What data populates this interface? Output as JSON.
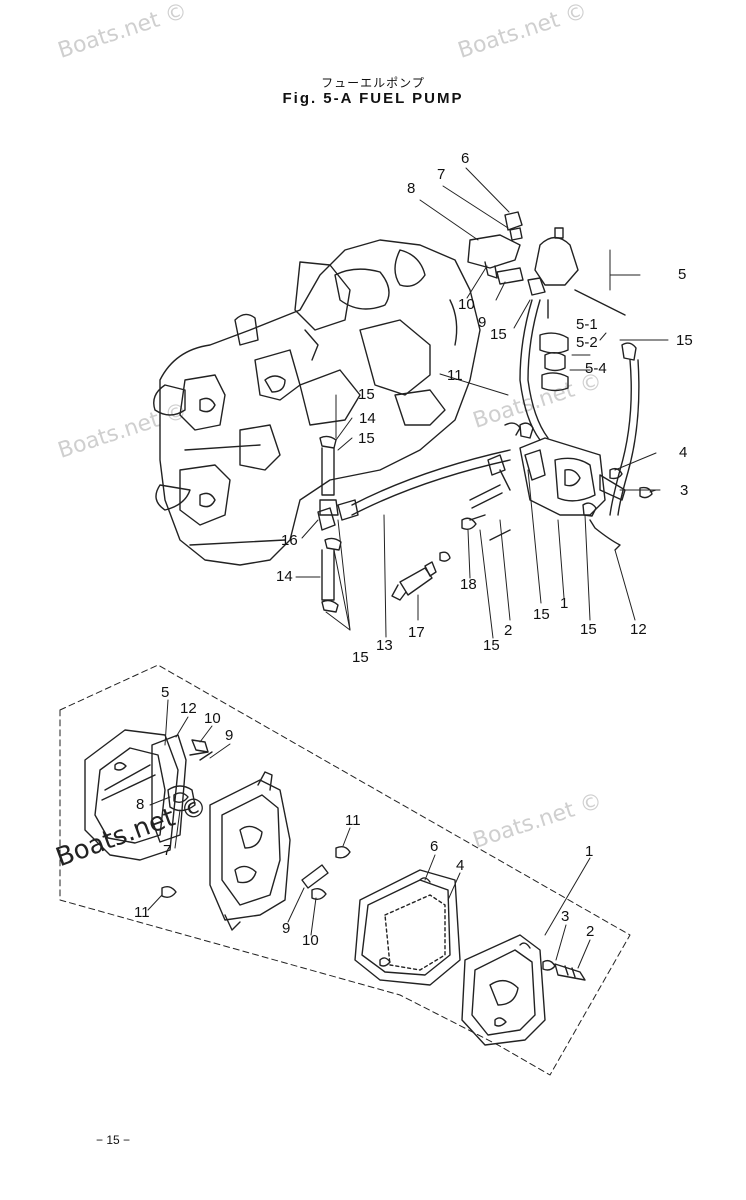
{
  "watermark": "Boats.net ©",
  "header": {
    "title_jp": "フューエルポンプ",
    "title": "Fig. 5-A   FUEL  PUMP"
  },
  "page_number": "− 15 −",
  "upper_callouts": [
    "6",
    "7",
    "8",
    "5",
    "10",
    "9",
    "15",
    "5-1",
    "5-2",
    "5-4",
    "15",
    "11",
    "15",
    "14",
    "15",
    "4",
    "3",
    "16",
    "18",
    "14",
    "17",
    "13",
    "15",
    "2",
    "15",
    "1",
    "15",
    "12",
    "15"
  ],
  "lower_callouts": [
    "5",
    "12",
    "10",
    "9",
    "8",
    "7",
    "11",
    "6",
    "4",
    "1",
    "11",
    "9",
    "10",
    "3",
    "2"
  ]
}
